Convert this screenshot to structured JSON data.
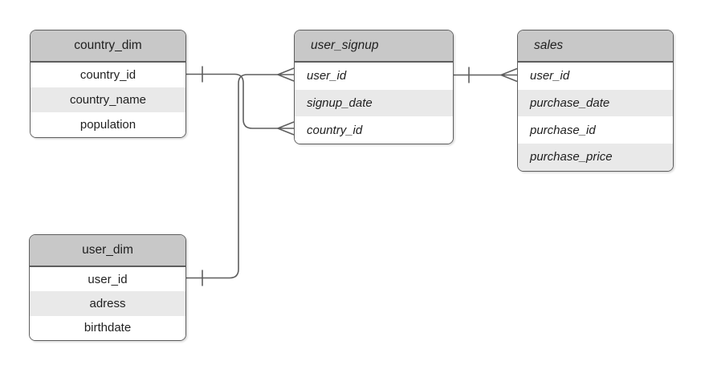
{
  "diagram": {
    "type": "entity-relationship",
    "notation": "crows-foot",
    "colors": {
      "background": "#ffffff",
      "header_fill": "#c8c8c8",
      "row_fill": "#ffffff",
      "row_alt_fill": "#e9e9e9",
      "stroke": "#5e5e5e",
      "text": "#1f1f1f"
    },
    "tables": [
      {
        "title": "country_dim",
        "style": "normal",
        "fields": [
          "country_id",
          "country_name",
          "population"
        ]
      },
      {
        "title": "user_signup",
        "style": "italic",
        "fields": [
          "user_id",
          "signup_date",
          "country_id"
        ]
      },
      {
        "title": "sales",
        "style": "italic",
        "fields": [
          "user_id",
          "purchase_date",
          "purchase_id",
          "purchase_price"
        ]
      },
      {
        "title": "user_dim",
        "style": "normal",
        "fields": [
          "user_id",
          "adress",
          "birthdate"
        ]
      }
    ],
    "relationships": [
      {
        "from_table": "country_dim",
        "from_field": "country_id",
        "to_table": "user_signup",
        "to_field": "country_id",
        "from_cardinality": "one",
        "to_cardinality": "many"
      },
      {
        "from_table": "user_dim",
        "from_field": "user_id",
        "to_table": "user_signup",
        "to_field": "user_id",
        "from_cardinality": "one",
        "to_cardinality": "many"
      },
      {
        "from_table": "user_signup",
        "from_field": "user_id",
        "to_table": "sales",
        "to_field": "user_id",
        "from_cardinality": "one",
        "to_cardinality": "many"
      }
    ]
  }
}
